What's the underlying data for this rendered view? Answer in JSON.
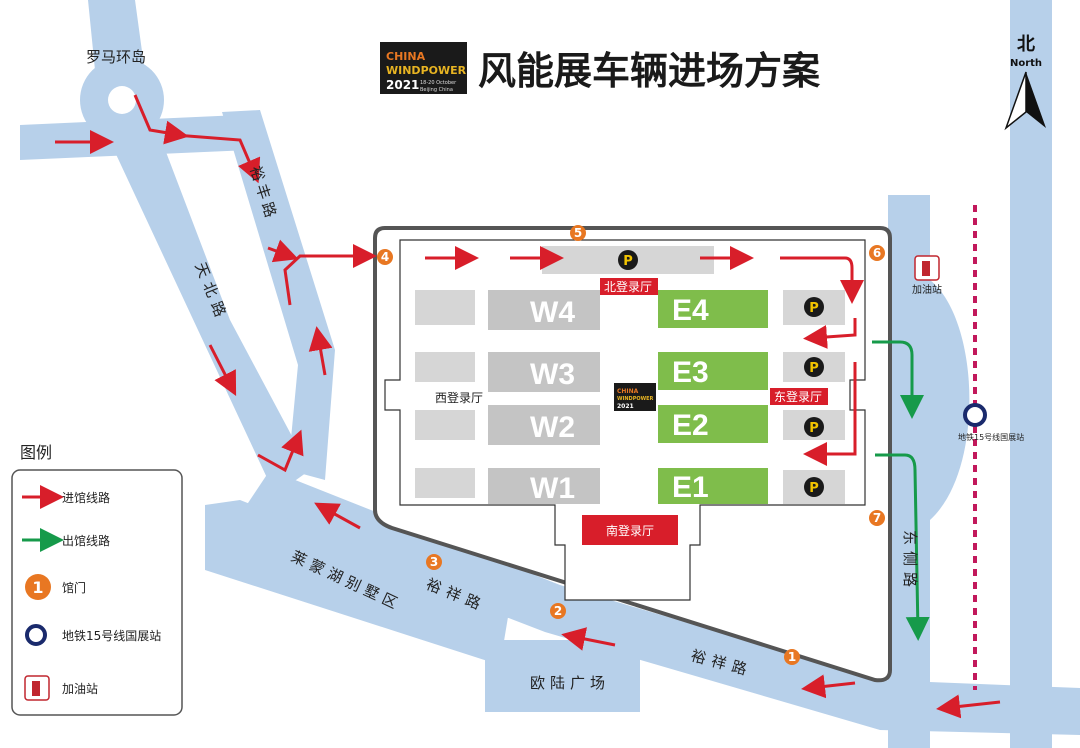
{
  "title": "风能展车辆进场方案",
  "logo": {
    "line1": "CHINA",
    "line2": "WINDPOWER",
    "year": "2021",
    "dates": "18-20 October",
    "place": "Beijing China"
  },
  "north": {
    "label_cn": "北",
    "label_en": "North"
  },
  "roads": {
    "roundabout": "罗马环岛",
    "tianbei": "天北路",
    "yufeng": "裕丰路",
    "yuxiang_1": "裕祥路",
    "yuxiang_2": "裕祥路",
    "dongce": "东侧路",
    "laimeng": "莱蒙湖别墅区",
    "oulu": "欧陆广场"
  },
  "halls": {
    "w4": "W4",
    "w3": "W3",
    "w2": "W2",
    "w1": "W1",
    "e4": "E4",
    "e3": "E3",
    "e2": "E2",
    "e1": "E1"
  },
  "lobbies": {
    "north": "北登录厅",
    "west": "西登录厅",
    "east": "东登录厅",
    "south": "南登录厅"
  },
  "parking": "P",
  "gates": [
    "1",
    "2",
    "3",
    "4",
    "5",
    "6",
    "7"
  ],
  "poi": {
    "gas": "加油站",
    "subway": "地铁15号线国展站"
  },
  "legend": {
    "title": "图例",
    "items": [
      {
        "label": "进馆线路",
        "color": "#d81e2a"
      },
      {
        "label": "出馆线路",
        "color": "#169a4a"
      },
      {
        "label": "馆门",
        "color": "#e87722",
        "symbol": "1"
      },
      {
        "label": "地铁15号线国展站",
        "color": "#1a2a6c"
      },
      {
        "label": "加油站",
        "color": "#c0262f"
      }
    ]
  }
}
